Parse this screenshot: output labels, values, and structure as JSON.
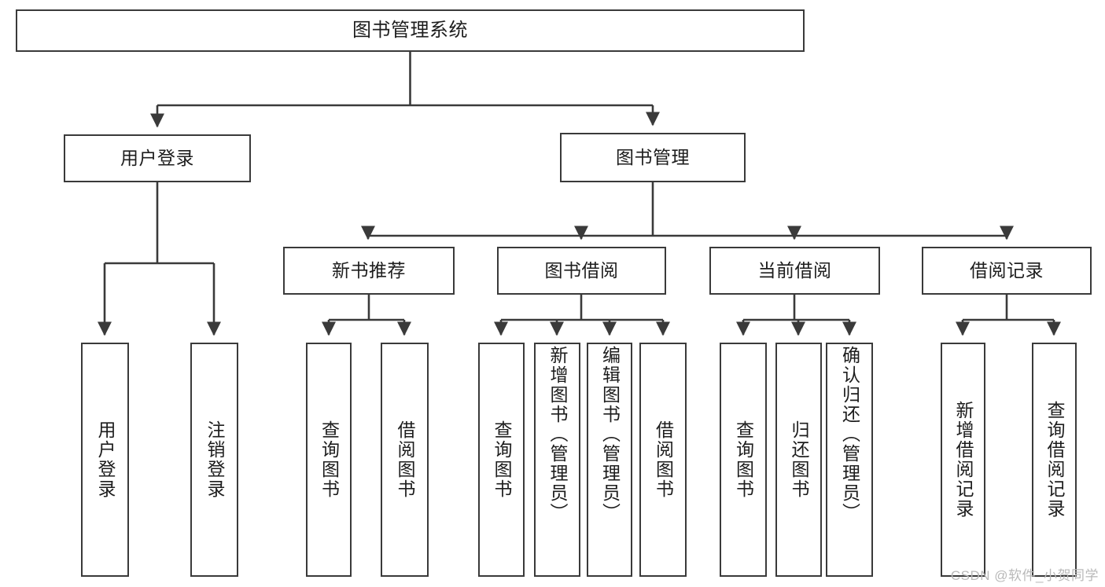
{
  "diagram": {
    "title": "图书管理系统",
    "watermark": "CSDN @软件_小贺同学",
    "stroke_color": "#3a3a3a",
    "background_color": "#ffffff",
    "text_color": "#1d1d1d",
    "levels": {
      "root": {
        "label": "图书管理系统"
      },
      "level2": [
        {
          "label": "用户登录"
        },
        {
          "label": "图书管理"
        }
      ],
      "level3": [
        {
          "label": "新书推荐"
        },
        {
          "label": "图书借阅"
        },
        {
          "label": "当前借阅"
        },
        {
          "label": "借阅记录"
        }
      ],
      "leaves": {
        "user_login": [
          {
            "label": "用户登录"
          },
          {
            "label": "注销登录"
          }
        ],
        "new_book_recommend": [
          {
            "label": "查询图书"
          },
          {
            "label": "借阅图书"
          }
        ],
        "book_borrow": [
          {
            "label": "查询图书"
          },
          {
            "label": "新增图书（管理员）"
          },
          {
            "label": "编辑图书（管理员）"
          },
          {
            "label": "借阅图书"
          }
        ],
        "current_borrow": [
          {
            "label": "查询图书"
          },
          {
            "label": "归还图书"
          },
          {
            "label": "确认归还（管理员）"
          }
        ],
        "borrow_record": [
          {
            "label": "新增借阅记录"
          },
          {
            "label": "查询借阅记录"
          }
        ]
      }
    }
  }
}
